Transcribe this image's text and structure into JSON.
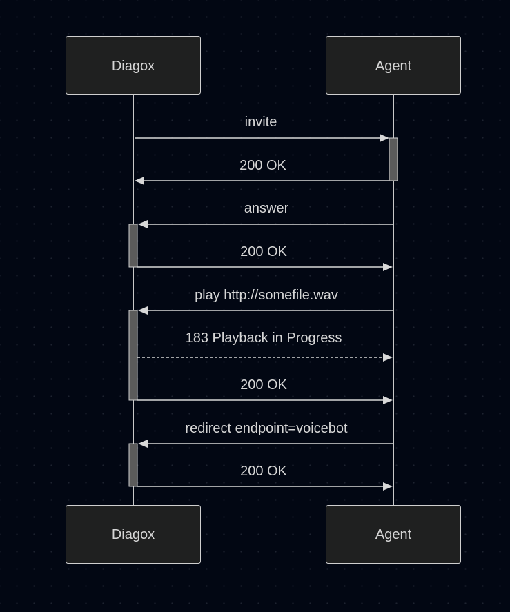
{
  "participants": {
    "diagox": "Diagox",
    "agent": "Agent"
  },
  "messages": [
    {
      "label": "invite",
      "from": "diagox",
      "to": "agent",
      "style": "solid"
    },
    {
      "label": "200 OK",
      "from": "agent",
      "to": "diagox",
      "style": "solid"
    },
    {
      "label": "answer",
      "from": "agent",
      "to": "diagox",
      "style": "solid"
    },
    {
      "label": "200 OK",
      "from": "diagox",
      "to": "agent",
      "style": "solid"
    },
    {
      "label": "play http://somefile.wav",
      "from": "agent",
      "to": "diagox",
      "style": "solid"
    },
    {
      "label": "183 Playback in Progress",
      "from": "diagox",
      "to": "agent",
      "style": "dashed"
    },
    {
      "label": "200 OK",
      "from": "diagox",
      "to": "agent",
      "style": "solid"
    },
    {
      "label": "redirect endpoint=voicebot",
      "from": "agent",
      "to": "diagox",
      "style": "solid"
    },
    {
      "label": "200 OK",
      "from": "diagox",
      "to": "agent",
      "style": "solid"
    }
  ],
  "colors": {
    "background": "#020713",
    "box_fill": "#1f2020",
    "line": "#d8d8d8",
    "activation": "#5b5b5b"
  }
}
